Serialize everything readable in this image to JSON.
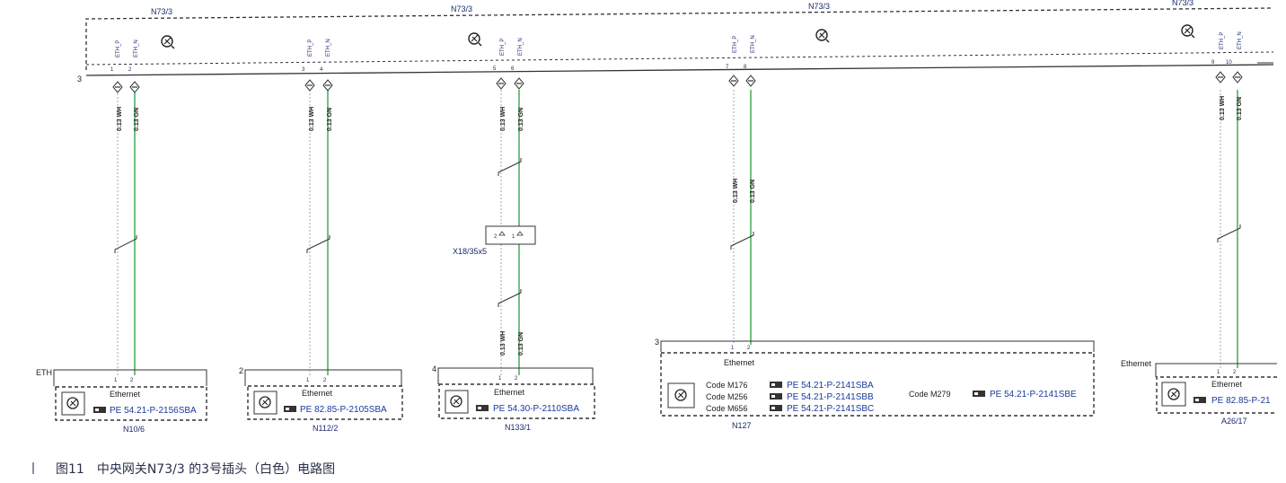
{
  "caption": "图11　中央网关N73/3 的3号插头（白色）电路图",
  "gateway": {
    "labels": [
      "N73/3",
      "N73/3",
      "N73/3",
      "N73/3"
    ],
    "connector_num": "3",
    "pin_tag_p": "ETH_P",
    "pin_tag_n": "ETH_N",
    "pins": [
      "1",
      "2",
      "3",
      "4",
      "5",
      "6",
      "7",
      "8",
      "9",
      "10"
    ]
  },
  "wires": {
    "wh": "0.13 WH",
    "gn": "0.13 GN"
  },
  "connector_x": {
    "label": "X18/35x5",
    "pin_left": "2",
    "pin_right": "1"
  },
  "modules": [
    {
      "name": "N10/6",
      "corner": "ETH",
      "eth": "Ethernet",
      "pin1": "1",
      "pin2": "2",
      "refs": [
        {
          "code": "",
          "pe": "PE 54.21-P-2156SBA"
        }
      ]
    },
    {
      "name": "N112/2",
      "corner": "2",
      "eth": "Ethernet",
      "pin1": "1",
      "pin2": "2",
      "refs": [
        {
          "code": "",
          "pe": "PE 82.85-P-2105SBA"
        }
      ]
    },
    {
      "name": "N133/1",
      "corner": "4",
      "eth": "Ethernet",
      "pin1": "1",
      "pin2": "2",
      "refs": [
        {
          "code": "",
          "pe": "PE 54.30-P-2110SBA"
        }
      ]
    },
    {
      "name": "N127",
      "corner": "3",
      "eth": "Ethernet",
      "pin1": "1",
      "pin2": "2",
      "refs": [
        {
          "code": "Code M176",
          "pe": "PE 54.21-P-2141SBA"
        },
        {
          "code": "Code M256",
          "pe": "PE 54.21-P-2141SBB"
        },
        {
          "code": "Code M656",
          "pe": "PE 54.21-P-2141SBC"
        },
        {
          "code": "Code M279",
          "pe": "PE 54.21-P-2141SBE"
        }
      ]
    },
    {
      "name": "A26/17",
      "corner": "Ethernet",
      "eth": "Ethernet",
      "pin1": "1",
      "pin2": "2",
      "refs": [
        {
          "code": "",
          "pe": "PE 82.85-P-21"
        }
      ]
    }
  ],
  "colors": {
    "wire_wh": "#9aa7c4",
    "wire_gn": "#3aa64a",
    "line": "#333333",
    "text": "#1b2a6b"
  }
}
